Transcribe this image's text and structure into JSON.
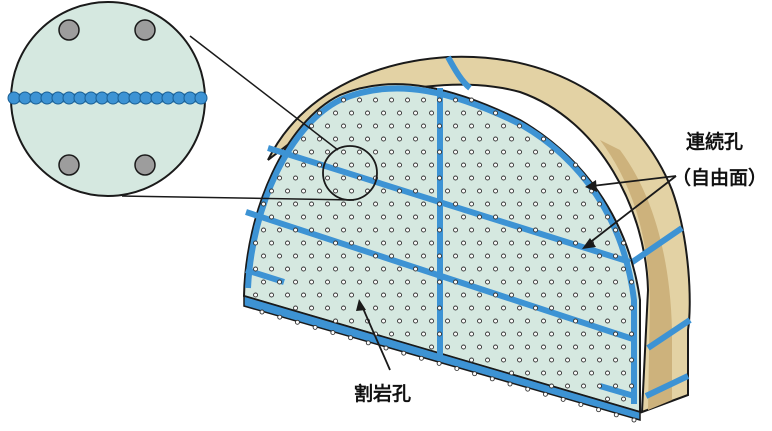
{
  "labels": {
    "continuous_holes": "連続孔",
    "free_face": "（自由面）",
    "blast_holes": "割岩孔"
  },
  "colors": {
    "face_fill": "#d5e8e0",
    "groove_blue": "#3d93d4",
    "lining_fill": "#e3d2a4",
    "lining_dark": "#cdb27c",
    "outline": "#1a1a1a",
    "hole_fill": "#9d9d9d"
  },
  "icons": {
    "magnifier": "zoom-circle-icon"
  }
}
